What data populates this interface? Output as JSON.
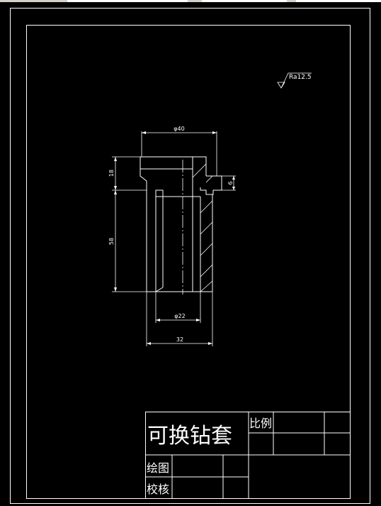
{
  "roughness": {
    "symbol_label": "Ra12.5"
  },
  "dimensions": {
    "outer_diameter": "φ40",
    "head_height": "18",
    "body_length": "58",
    "step": "6",
    "inner_diameter": "φ22",
    "body_width": "32"
  },
  "title_block": {
    "part_name": "可换钻套",
    "scale_label": "比例",
    "drawn_label": "绘图",
    "checked_label": "校核"
  },
  "colors": {
    "background": "#000000",
    "lines": "#ffffff"
  }
}
